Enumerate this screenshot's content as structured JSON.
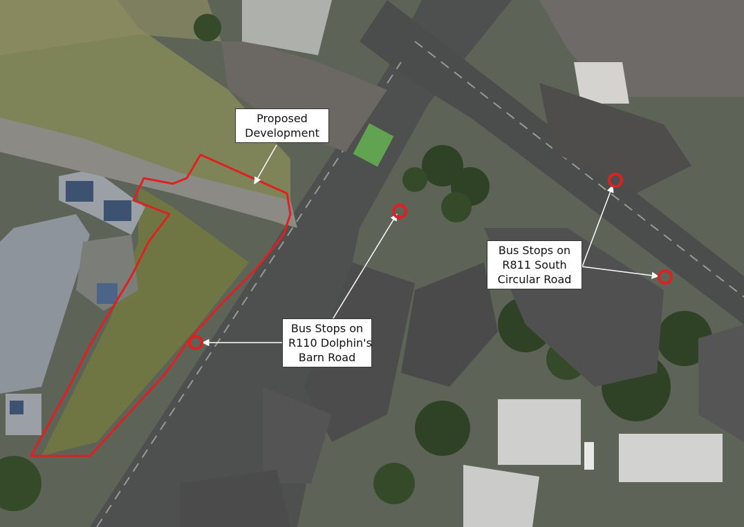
{
  "map": {
    "colors": {
      "site_boundary": "#e02020",
      "bus_stop_marker": "#e02020",
      "leader_line": "#ffffff",
      "label_background": "#ffffff",
      "label_text": "#111111"
    },
    "labels": {
      "proposed_development": [
        "Proposed",
        "Development"
      ],
      "bus_stops_r110": [
        "Bus Stops on",
        "R110 Dolphin's",
        "Barn Road"
      ],
      "bus_stops_r811": [
        "Bus Stops on",
        "R811 South",
        "Circular Road"
      ]
    }
  }
}
